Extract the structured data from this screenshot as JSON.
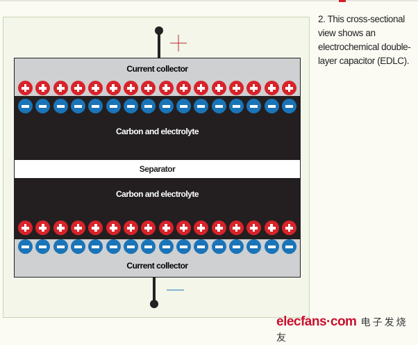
{
  "caption": "2. This cross-sectional view shows an electrochemical double-layer capacitor (EDLC).",
  "layers": {
    "top_collector": "Current collector",
    "top_carbon": "Carbon and electrolyte",
    "separator": "Separator",
    "bottom_carbon": "Carbon and electrolyte",
    "bottom_collector": "Current collector"
  },
  "charges_per_row": 16,
  "colors": {
    "positive": "#d8232a",
    "negative": "#1a74b8"
  },
  "watermark": {
    "brand": "elecfans·com",
    "chinese": "电子发烧友"
  }
}
